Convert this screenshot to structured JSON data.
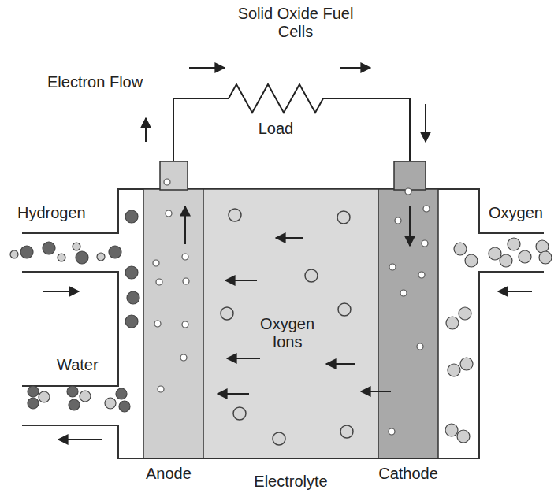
{
  "diagram": {
    "title": "Solid Oxide Fuel Cells",
    "nodes": [
      {
        "text": [
          "Anode"
        ]
      },
      {
        "text": [
          "Oxygen Ions",
          "Electrolyte"
        ]
      },
      {
        "text": [
          "Cathode"
        ]
      }
    ],
    "edges": [
      {
        "from": 0,
        "to": 2,
        "arrow": "none",
        "label": "Load"
      }
    ],
    "labels": [
      "Electron Flow",
      "Hydrogen",
      "Oxygen",
      "Water"
    ]
  }
}
